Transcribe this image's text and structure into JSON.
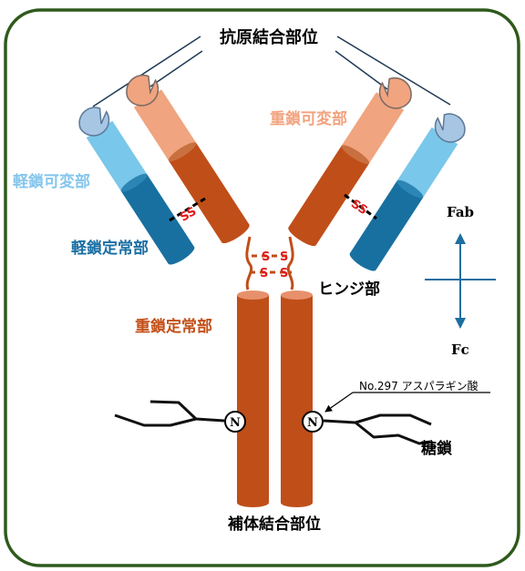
{
  "labels": {
    "antigen_binding_site": "抗原結合部位",
    "light_variable": "軽鎖可変部",
    "heavy_variable": "重鎖可変部",
    "light_constant": "軽鎖定常部",
    "heavy_constant": "重鎖定常部",
    "hinge": "ヒンジ部",
    "sugar_chain": "糖鎖",
    "complement_binding_site": "補体結合部位",
    "asparagine": "No.297 アスパラギン酸",
    "fab": "Fab",
    "fc": "Fc",
    "disulfide": "SS",
    "sulfur": "S",
    "n_terminal": "N"
  },
  "colors": {
    "frame": "#2e5a1c",
    "heavy_variable": "#f0a47f",
    "heavy_constant": "#c04e19",
    "light_variable": "#79c7ea",
    "light_constant": "#1870a0",
    "heavy_variable_label": "#f2a37f",
    "light_variable_label": "#85c6ec",
    "light_constant_label": "#1a6fa3",
    "heavy_constant_label": "#c34f18",
    "ss_bond": "#e21a1a",
    "axis": "#1e6ea0"
  }
}
